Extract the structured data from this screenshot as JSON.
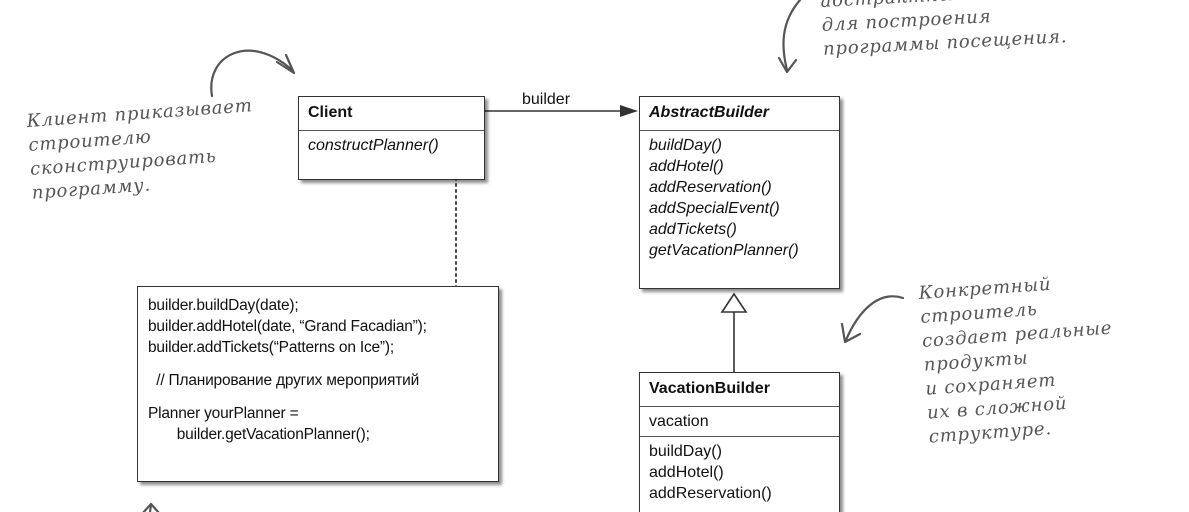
{
  "client_class": {
    "name": "Client",
    "methods": [
      "constructPlanner()"
    ]
  },
  "association_label": "builder",
  "abstract_builder": {
    "name": "AbstractBuilder",
    "methods": [
      "buildDay()",
      "addHotel()",
      "addReservation()",
      "addSpecialEvent()",
      "addTickets()",
      "getVacationPlanner()"
    ]
  },
  "vacation_builder": {
    "name": "VacationBuilder",
    "attributes": [
      "vacation"
    ],
    "methods": [
      "buildDay()",
      "addHotel()",
      "addReservation()"
    ]
  },
  "code_note": {
    "lines": [
      "builder.buildDay(date);",
      "builder.addHotel(date, “Grand Facadian”);",
      "builder.addTickets(“Patterns on Ice”);",
      "",
      "  // Планирование других мероприятий",
      "",
      "Planner yourPlanner =",
      "       builder.getVacationPlanner();"
    ]
  },
  "notes": {
    "client": [
      "Клиент приказывает",
      "строителю",
      "сконструировать",
      "программу."
    ],
    "abstract": [
      "абстрактный интерфейс",
      "для построения",
      "программы посещения."
    ],
    "concrete": [
      "Конкретный",
      "строитель",
      "создает реальные",
      "продукты",
      "и сохраняет",
      "их в сложной",
      "структуре."
    ]
  },
  "colors": {
    "ink": "#111111",
    "handwriting": "#555555",
    "line": "#333333"
  }
}
